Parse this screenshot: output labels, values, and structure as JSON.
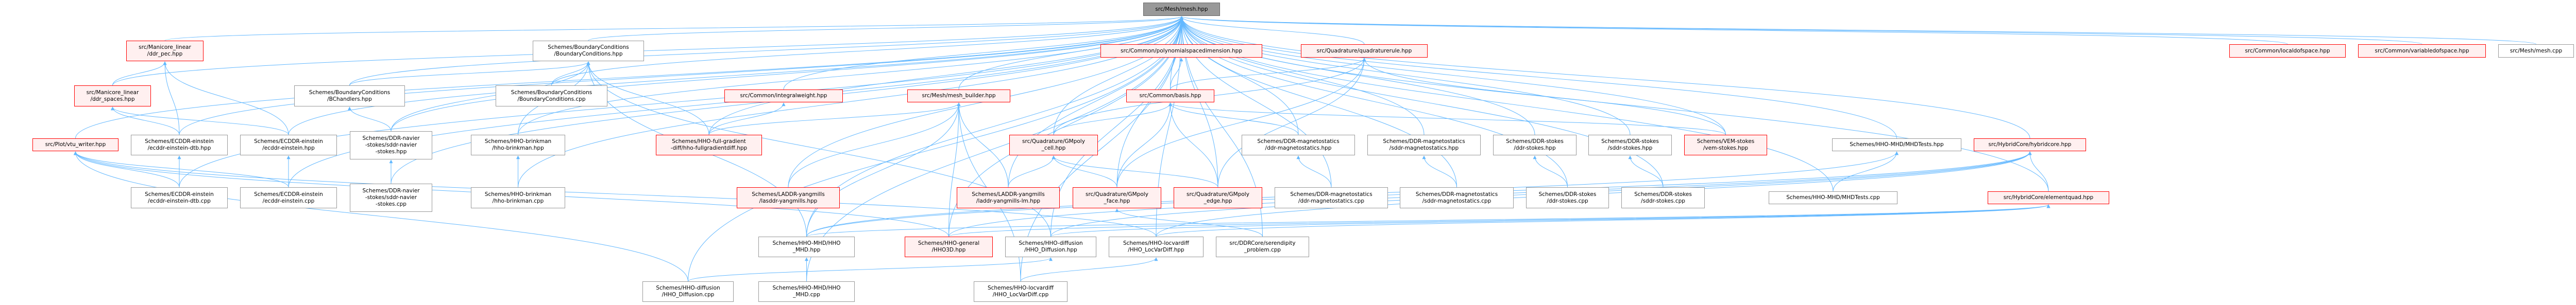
{
  "graph": {
    "title": "src/Mesh/mesh.hpp",
    "colors": {
      "edge": "#63b8ff",
      "highlight_border": "#ff0000",
      "highlight_fill": "#fff0f0",
      "root_fill": "#999999",
      "node_border": "#999999"
    },
    "nodes": {
      "mesh_hpp": {
        "label": "src/Mesh/mesh.hpp",
        "kind": "root"
      },
      "polydim": {
        "label": "src/Common/polynomialspacedimension.hpp",
        "kind": "red"
      },
      "quadrule": {
        "label": "src/Quadrature/quadraturerule.hpp",
        "kind": "red"
      },
      "localdof": {
        "label": "src/Common/localdofspace.hpp",
        "kind": "red"
      },
      "vardof": {
        "label": "src/Common/variabledofspace.hpp",
        "kind": "red"
      },
      "mesh_cpp": {
        "label": "src/Mesh/mesh.cpp",
        "kind": "normal"
      },
      "ddr_pec": {
        "label": "src/Manicore_linear\n/ddr_pec.hpp",
        "kind": "red"
      },
      "bc_hpp": {
        "label": "Schemes/BoundaryConditions\n/BoundaryConditions.hpp",
        "kind": "normal"
      },
      "ddr_spaces": {
        "label": "src/Manicore_linear\n/ddr_spaces.hpp",
        "kind": "red"
      },
      "bchandlers": {
        "label": "Schemes/BoundaryConditions\n/BChandlers.hpp",
        "kind": "normal"
      },
      "bc_cpp": {
        "label": "Schemes/BoundaryConditions\n/BoundaryConditions.cpp",
        "kind": "normal"
      },
      "integralweight": {
        "label": "src/Common/integralweight.hpp",
        "kind": "red"
      },
      "mesh_builder": {
        "label": "src/Mesh/mesh_builder.hpp",
        "kind": "red"
      },
      "basis": {
        "label": "src/Common/basis.hpp",
        "kind": "red"
      },
      "vtu_writer": {
        "label": "src/Plot/vtu_writer.hpp",
        "kind": "red"
      },
      "ecddr_dtb_hpp": {
        "label": "Schemes/ECDDR-einstein\n/ecddr-einstein-dtb.hpp",
        "kind": "normal"
      },
      "ecddr_hpp": {
        "label": "Schemes/ECDDR-einstein\n/ecddr-einstein.hpp",
        "kind": "normal"
      },
      "sddr_ns_hpp": {
        "label": "Schemes/DDR-navier\n-stokes/sddr-navier\n-stokes.hpp",
        "kind": "normal"
      },
      "brinkman_hpp": {
        "label": "Schemes/HHO-brinkman\n/hho-brinkman.hpp",
        "kind": "normal"
      },
      "fullgrad": {
        "label": "Schemes/HHO-full-gradient\n-diff/hho-fullgradientdiff.hpp",
        "kind": "red"
      },
      "gm_cell": {
        "label": "src/Quadrature/GMpoly\n_cell.hpp",
        "kind": "red"
      },
      "ddr_mag_hpp": {
        "label": "Schemes/DDR-magnetostatics\n/ddr-magnetostatics.hpp",
        "kind": "normal"
      },
      "sddr_mag_hpp": {
        "label": "Schemes/DDR-magnetostatics\n/sddr-magnetostatics.hpp",
        "kind": "normal"
      },
      "ddr_stokes_hpp": {
        "label": "Schemes/DDR-stokes\n/ddr-stokes.hpp",
        "kind": "normal"
      },
      "sddr_stokes_hpp": {
        "label": "Schemes/DDR-stokes\n/sddr-stokes.hpp",
        "kind": "normal"
      },
      "vem_stokes": {
        "label": "Schemes/VEM-stokes\n/vem-stokes.hpp",
        "kind": "red"
      },
      "mhdtests_hpp": {
        "label": "Schemes/HHO-MHD/MHDTests.hpp",
        "kind": "normal"
      },
      "hybridcore": {
        "label": "src/HybridCore/hybridcore.hpp",
        "kind": "red"
      },
      "ecddr_dtb_cpp": {
        "label": "Schemes/ECDDR-einstein\n/ecddr-einstein-dtb.cpp",
        "kind": "normal"
      },
      "ecddr_cpp": {
        "label": "Schemes/ECDDR-einstein\n/ecddr-einstein.cpp",
        "kind": "normal"
      },
      "sddr_ns_cpp": {
        "label": "Schemes/DDR-navier\n-stokes/sddr-navier\n-stokes.cpp",
        "kind": "normal"
      },
      "brinkman_cpp": {
        "label": "Schemes/HHO-brinkman\n/hho-brinkman.cpp",
        "kind": "normal"
      },
      "lasddr": {
        "label": "Schemes/LADDR-yangmills\n/lasddr-yangmills.hpp",
        "kind": "red"
      },
      "laddr_lm": {
        "label": "Schemes/LADDR-yangmills\n/laddr-yangmills-lm.hpp",
        "kind": "red"
      },
      "gm_face": {
        "label": "src/Quadrature/GMpoly\n_face.hpp",
        "kind": "red"
      },
      "gm_edge": {
        "label": "src/Quadrature/GMpoly\n_edge.hpp",
        "kind": "red"
      },
      "ddr_mag_cpp": {
        "label": "Schemes/DDR-magnetostatics\n/ddr-magnetostatics.cpp",
        "kind": "normal"
      },
      "sddr_mag_cpp": {
        "label": "Schemes/DDR-magnetostatics\n/sddr-magnetostatics.cpp",
        "kind": "normal"
      },
      "ddr_stokes_cpp": {
        "label": "Schemes/DDR-stokes\n/ddr-stokes.cpp",
        "kind": "normal"
      },
      "sddr_stokes_cpp": {
        "label": "Schemes/DDR-stokes\n/sddr-stokes.cpp",
        "kind": "normal"
      },
      "mhdtests_cpp": {
        "label": "Schemes/HHO-MHD/MHDTests.cpp",
        "kind": "normal"
      },
      "elementquad": {
        "label": "src/HybridCore/elementquad.hpp",
        "kind": "red"
      },
      "hho_mhd_hpp": {
        "label": "Schemes/HHO-MHD/HHO\n_MHD.hpp",
        "kind": "normal"
      },
      "hho3d": {
        "label": "Schemes/HHO-general\n/HHO3D.hpp",
        "kind": "red"
      },
      "hho_diff_hpp": {
        "label": "Schemes/HHO-diffusion\n/HHO_Diffusion.hpp",
        "kind": "normal"
      },
      "hho_lvd_hpp": {
        "label": "Schemes/HHO-locvardiff\n/HHO_LocVarDiff.hpp",
        "kind": "normal"
      },
      "serendipity": {
        "label": "src/DDRCore/serendipity\n_problem.cpp",
        "kind": "normal"
      },
      "hho_diff_cpp": {
        "label": "Schemes/HHO-diffusion\n/HHO_Diffusion.cpp",
        "kind": "normal"
      },
      "hho_mhd_cpp": {
        "label": "Schemes/HHO-MHD/HHO\n_MHD.cpp",
        "kind": "normal"
      },
      "hho_lvd_cpp": {
        "label": "Schemes/HHO-locvardiff\n/HHO_LocVarDiff.cpp",
        "kind": "normal"
      }
    },
    "edges": [
      [
        "ddr_spaces",
        "ddr_pec"
      ],
      [
        "ecddr_dtb_hpp",
        "ddr_pec"
      ],
      [
        "ecddr_dtb_hpp",
        "ddr_spaces"
      ],
      [
        "ecddr_hpp",
        "ddr_pec"
      ],
      [
        "ecddr_hpp",
        "ddr_spaces"
      ],
      [
        "ecddr_dtb_cpp",
        "ecddr_dtb_hpp"
      ],
      [
        "ecddr_dtb_cpp",
        "vtu_writer"
      ],
      [
        "ecddr_cpp",
        "ecddr_hpp"
      ],
      [
        "ecddr_cpp",
        "vtu_writer"
      ],
      [
        "sddr_ns_hpp",
        "bchandlers"
      ],
      [
        "sddr_ns_hpp",
        "bc_hpp"
      ],
      [
        "sddr_ns_cpp",
        "sddr_ns_hpp"
      ],
      [
        "bchandlers",
        "bc_hpp"
      ],
      [
        "bc_cpp",
        "bc_hpp"
      ],
      [
        "brinkman_hpp",
        "bc_hpp"
      ],
      [
        "brinkman_cpp",
        "brinkman_hpp"
      ],
      [
        "fullgrad",
        "bc_hpp"
      ],
      [
        "fullgrad",
        "integralweight"
      ],
      [
        "fullgrad",
        "mesh_builder"
      ],
      [
        "lasddr",
        "mesh_builder"
      ],
      [
        "laddr_lm",
        "mesh_builder"
      ],
      [
        "laddr_lm",
        "gm_cell"
      ],
      [
        "gm_cell",
        "quadrule"
      ],
      [
        "gm_cell",
        "basis"
      ],
      [
        "gm_face",
        "gm_cell"
      ],
      [
        "gm_face",
        "basis"
      ],
      [
        "gm_face",
        "quadrule"
      ],
      [
        "gm_edge",
        "gm_cell"
      ],
      [
        "gm_edge",
        "basis"
      ],
      [
        "gm_edge",
        "quadrule"
      ],
      [
        "basis",
        "polydim"
      ],
      [
        "basis",
        "quadrule"
      ],
      [
        "ddr_mag_hpp",
        "basis"
      ],
      [
        "ddr_mag_cpp",
        "ddr_mag_hpp"
      ],
      [
        "sddr_mag_cpp",
        "sddr_mag_hpp"
      ],
      [
        "ddr_stokes_cpp",
        "ddr_stokes_hpp"
      ],
      [
        "sddr_stokes_cpp",
        "sddr_stokes_hpp"
      ],
      [
        "vem_stokes",
        "basis"
      ],
      [
        "vem_stokes",
        "quadrule"
      ],
      [
        "mhdtests_cpp",
        "mhdtests_hpp"
      ],
      [
        "elementquad",
        "hybridcore"
      ],
      [
        "hho_mhd_hpp",
        "mesh_builder"
      ],
      [
        "hho_mhd_hpp",
        "hybridcore"
      ],
      [
        "hho_mhd_hpp",
        "elementquad"
      ],
      [
        "hho_mhd_hpp",
        "mhdtests_hpp"
      ],
      [
        "hho_mhd_hpp",
        "bc_hpp"
      ],
      [
        "hho_mhd_cpp",
        "hho_mhd_hpp"
      ],
      [
        "hho3d",
        "mesh_builder"
      ],
      [
        "hho3d",
        "hybridcore"
      ],
      [
        "hho3d",
        "elementquad"
      ],
      [
        "hho3d",
        "vtu_writer"
      ],
      [
        "hho_diff_hpp",
        "hybridcore"
      ],
      [
        "hho_diff_hpp",
        "elementquad"
      ],
      [
        "hho_diff_hpp",
        "bc_hpp"
      ],
      [
        "hho_diff_cpp",
        "hho_diff_hpp"
      ],
      [
        "hho_diff_cpp",
        "vtu_writer"
      ],
      [
        "hho_lvd_hpp",
        "hybridcore"
      ],
      [
        "hho_lvd_hpp",
        "elementquad"
      ],
      [
        "hho_lvd_hpp",
        "vtu_writer"
      ],
      [
        "hho_lvd_cpp",
        "hho_lvd_hpp"
      ],
      [
        "hho_lvd_cpp",
        "mesh_builder"
      ],
      [
        "serendipity",
        "gm_face"
      ]
    ]
  }
}
